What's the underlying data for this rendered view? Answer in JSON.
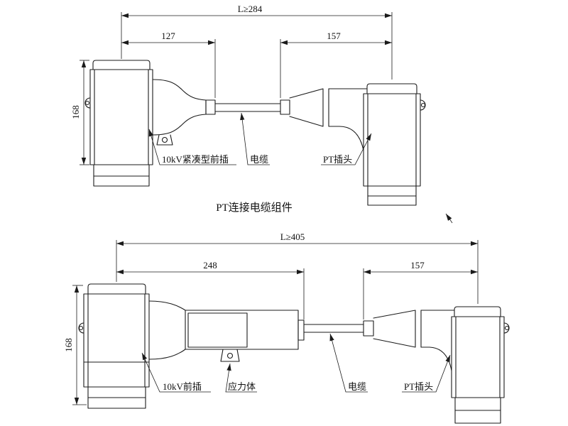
{
  "drawing": {
    "background": "#ffffff",
    "line_color": "#1b1b1b",
    "top": {
      "title": "PT连接电缆组件",
      "dim_overall": "L≥284",
      "dim_left": "127",
      "dim_right": "157",
      "dim_height": "168",
      "label_front_plug": "10kV紧凑型前插",
      "label_cable": "电缆",
      "label_pt_plug": "PT插头"
    },
    "bottom": {
      "dim_overall": "L≥405",
      "dim_left": "248",
      "dim_right": "157",
      "dim_height": "168",
      "label_front_plug": "10kV前插",
      "label_stress_cone": "应力体",
      "label_cable": "电缆",
      "label_pt_plug": "PT插头"
    }
  }
}
